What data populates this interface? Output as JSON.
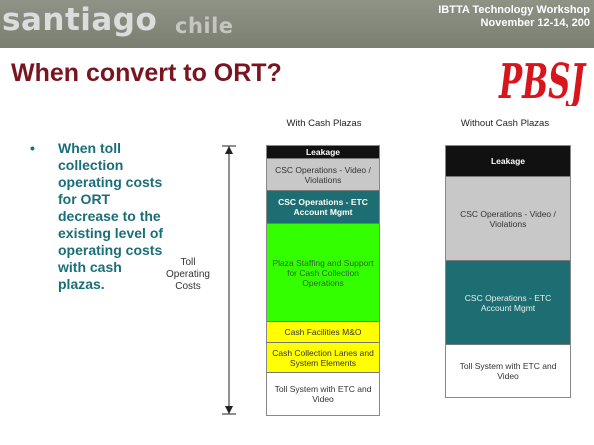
{
  "banner": {
    "city": "santiago",
    "country": "chile",
    "event_line1": "IBTTA Technology Workshop",
    "event_line2": "November 12-14, 200"
  },
  "slide": {
    "title": "When convert to ORT?",
    "logo_text": "PBSJ",
    "bullet_symbol": "•",
    "bullet_text": "When toll collection operating costs for ORT decrease to the existing level of operating costs with cash plazas."
  },
  "diagram": {
    "axis_label": "Toll Operating Costs",
    "with_cash": {
      "heading": "With Cash Plazas",
      "segments": [
        {
          "label": "Leakage",
          "color": "#111111",
          "text_color": "#ffffff",
          "bold": true
        },
        {
          "label": "CSC Operations - Video / Violations",
          "color": "#c8c8c8",
          "text_color": "#333333",
          "bold": false
        },
        {
          "label": "CSC Operations - ETC Account Mgmt",
          "color": "#1c6e72",
          "text_color": "#ffffff",
          "bold": true
        },
        {
          "label": "Plaza Staffing and Support for Cash Collection Operations",
          "color": "#33ff00",
          "text_color": "#2a6a2a",
          "bold": false
        },
        {
          "label": "Cash Facilities M&O",
          "color": "#ffff00",
          "text_color": "#333333",
          "bold": false
        },
        {
          "label": "Cash Collection Lanes and System Elements",
          "color": "#ffff00",
          "text_color": "#333333",
          "bold": false
        },
        {
          "label": "Toll System with ETC and Video",
          "color": "#ffffff",
          "text_color": "#333333",
          "bold": false
        }
      ]
    },
    "without_cash": {
      "heading": "Without Cash Plazas",
      "segments": [
        {
          "label": "Leakage",
          "color": "#111111",
          "text_color": "#ffffff",
          "bold": true
        },
        {
          "label": "CSC Operations - Video / Violations",
          "color": "#c8c8c8",
          "text_color": "#333333",
          "bold": false
        },
        {
          "label": "CSC Operations - ETC Account Mgmt",
          "color": "#1c6e72",
          "text_color": "#e6f0f0",
          "bold": false
        },
        {
          "label": "Toll System with ETC and Video",
          "color": "#ffffff",
          "text_color": "#333333",
          "bold": false
        }
      ]
    }
  }
}
